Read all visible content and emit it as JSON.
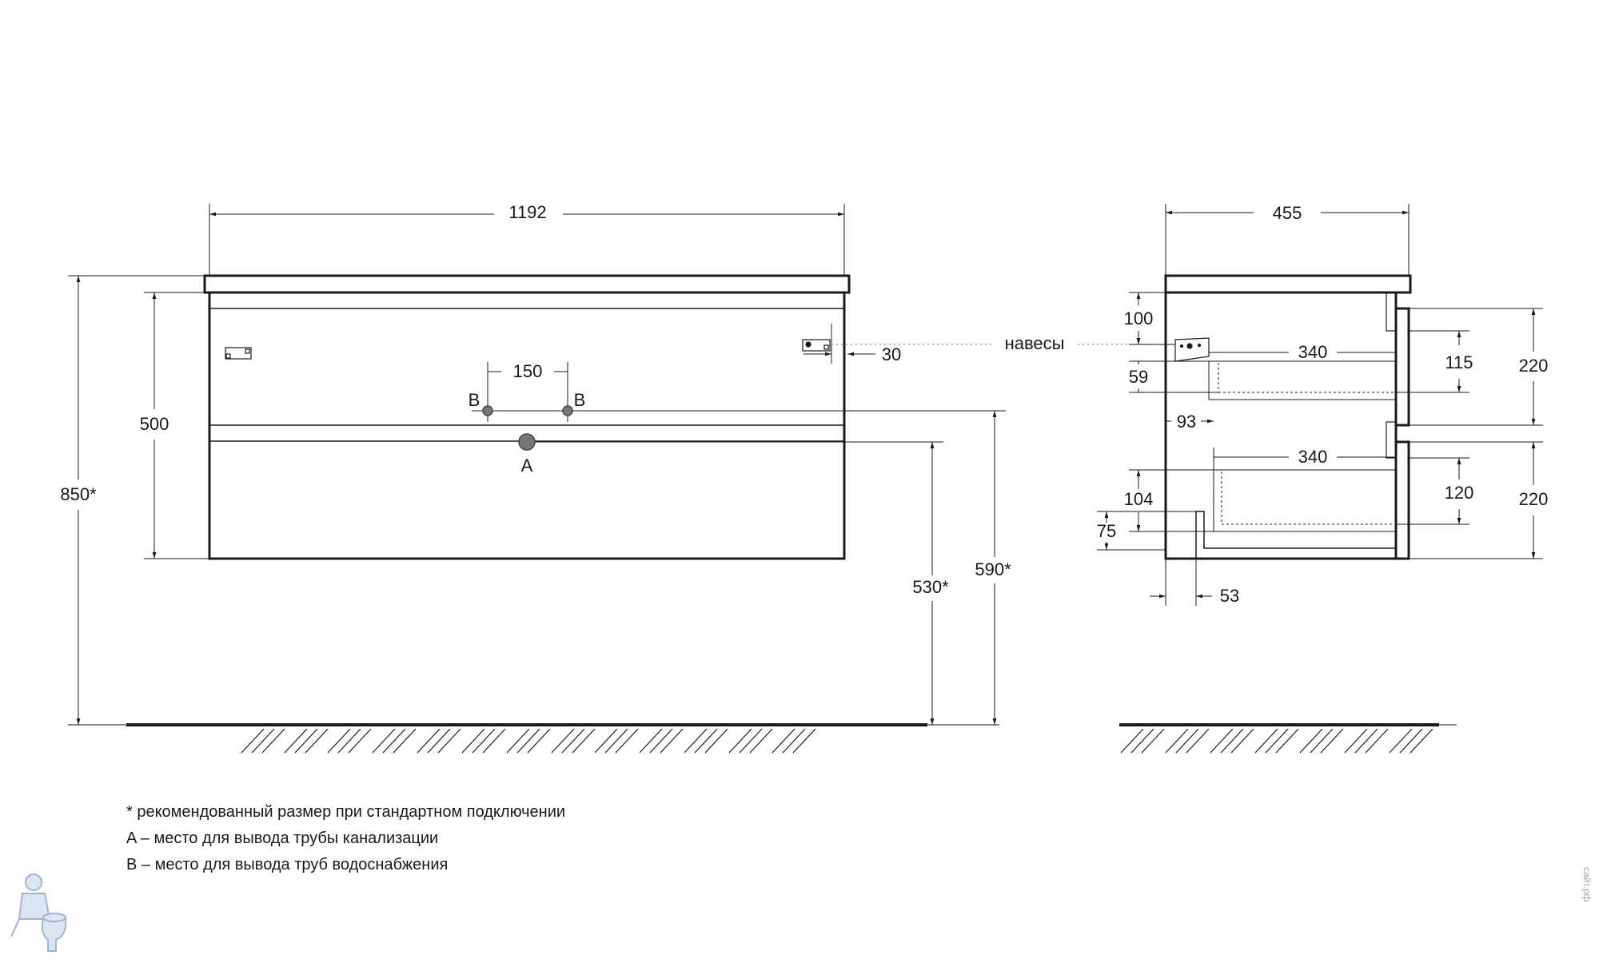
{
  "front_view": {
    "width_dim": "1192",
    "height_total_dim": "850*",
    "body_height_dim": "500",
    "pipe_b_spacing_dim": "150",
    "pipe_b_left_label": "B",
    "pipe_b_right_label": "B",
    "pipe_a_label": "A",
    "hanger_offset_dim": "30",
    "pipe_a_height_dim": "530*",
    "pipe_b_height_dim": "590*"
  },
  "hangers_label": "навесы",
  "side_view": {
    "depth_dim": "455",
    "hanger_top_dim": "100",
    "drawer1_depth_dim": "340",
    "drawer1_inner_height_dim": "115",
    "drawer1_front_height_dim": "220",
    "drawer1_offset_dim": "59",
    "drawer_setback_dim": "93",
    "drawer2_depth_dim": "340",
    "drawer2_inner_height_dim": "120",
    "drawer2_front_height_dim": "220",
    "cutout_height_dim": "104",
    "cutout_bottom_dim": "75",
    "cutout_width_dim": "53"
  },
  "notes": [
    "* рекомендованный размер при стандартном подключении",
    "A – место для вывода трубы канализации",
    "B – место для вывода труб водоснабжения"
  ],
  "watermark": "сайт.рф",
  "colors": {
    "line": "#1a1a1a",
    "pipe": "#777777",
    "faint": "#888888"
  }
}
